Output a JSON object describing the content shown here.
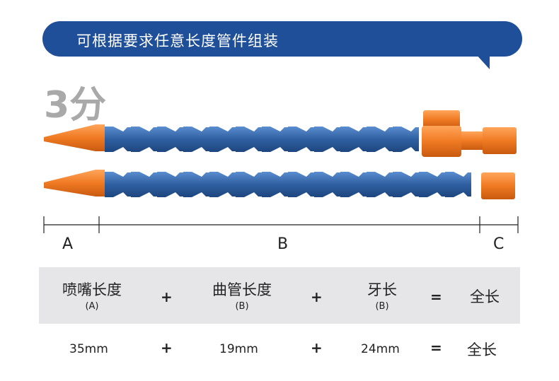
{
  "banner": {
    "text": "可根据要求任意长度管件组装"
  },
  "size_label": "3分",
  "dimensions": {
    "a": "A",
    "b": "B",
    "c": "C"
  },
  "table": {
    "header": [
      {
        "main": "喷嘴长度",
        "sub": "(A)"
      },
      {
        "main": "曲管长度",
        "sub": "(B)"
      },
      {
        "main": "牙长",
        "sub": "(B)"
      },
      {
        "main": "全长",
        "sub": ""
      }
    ],
    "values": [
      "35mm",
      "19mm",
      "24mm",
      "全长"
    ],
    "ops": [
      "+",
      "+",
      "="
    ]
  },
  "colors": {
    "banner": "#1f4f98",
    "hose": "#3f6fb0",
    "orange": "#f07a23"
  }
}
